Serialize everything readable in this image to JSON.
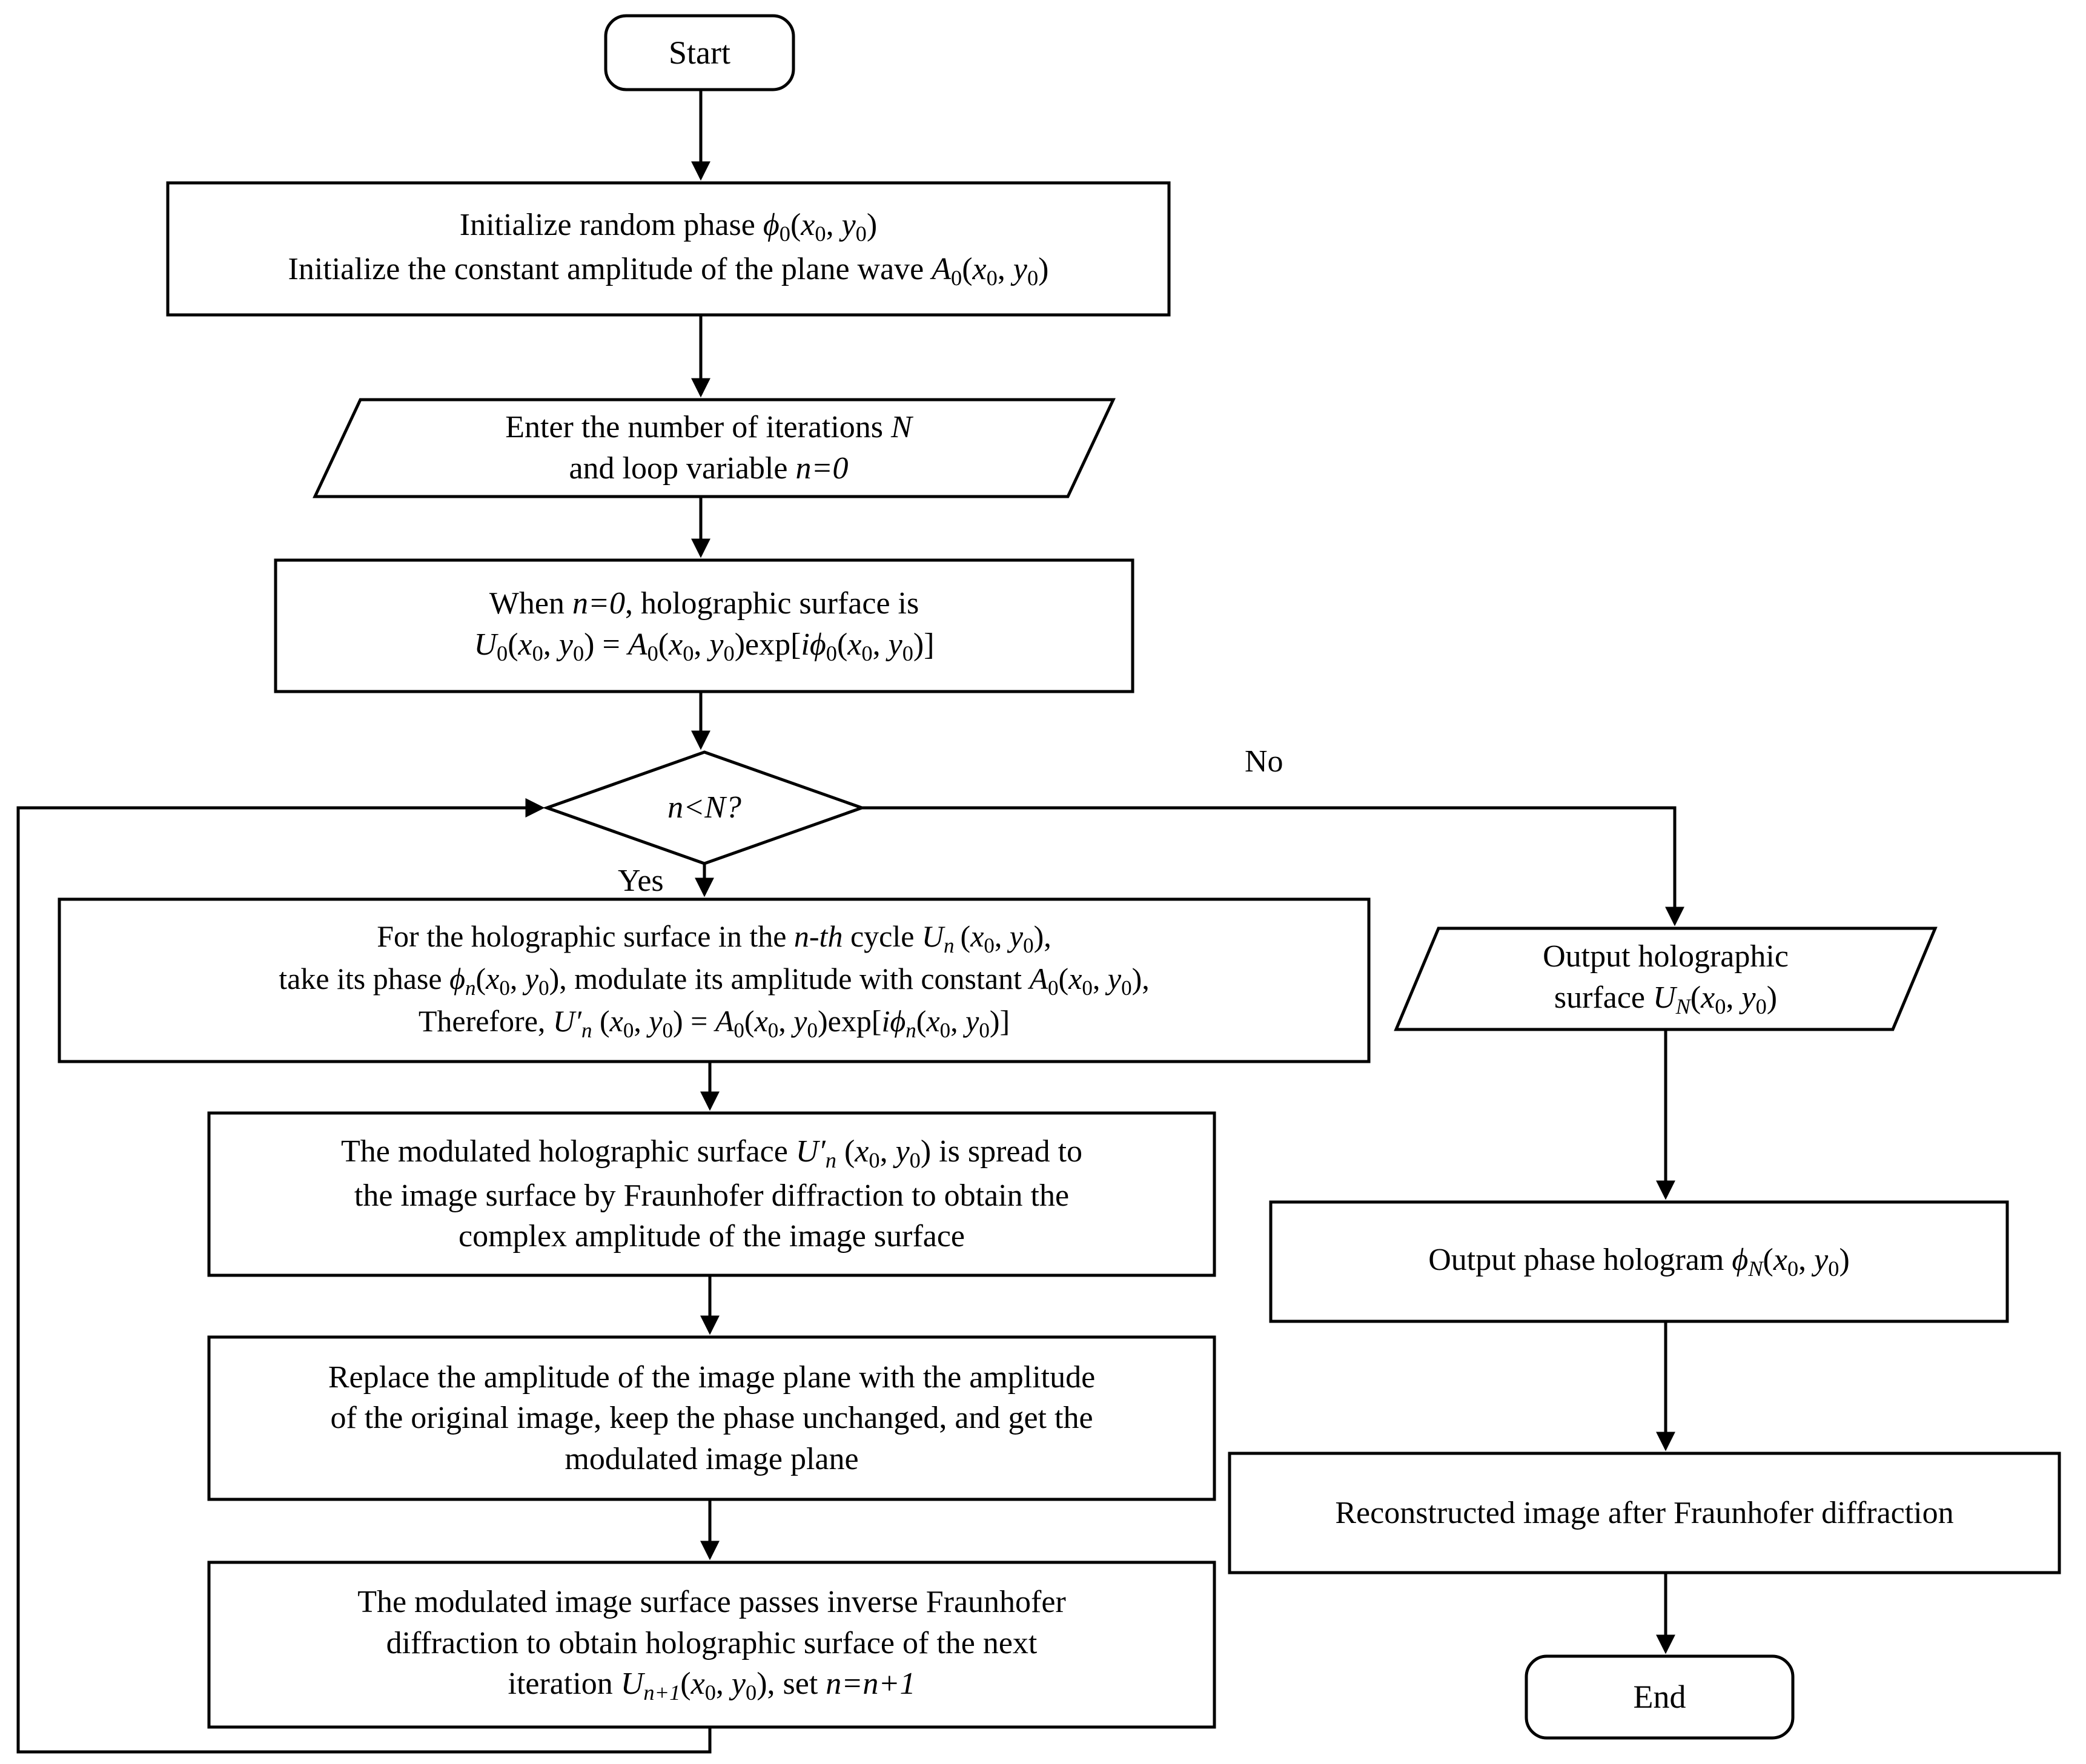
{
  "diagram": {
    "title": "Gerchberg-Saxton iterative phase hologram flowchart",
    "type": "flowchart",
    "stroke_color": "#000000",
    "fill_color": "#ffffff",
    "background": "#ffffff"
  },
  "nodes": {
    "start": {
      "shape": "terminator",
      "label": "Start"
    },
    "init": {
      "shape": "process",
      "line1": "Initialize random phase ϕ0(x0, y0)",
      "line2": "Initialize the constant amplitude of the plane wave A0(x0, y0)"
    },
    "input_iterations": {
      "shape": "parallelogram",
      "line1": "Enter the number of iterations N",
      "line2": "and loop variable n=0"
    },
    "when_n0": {
      "shape": "process",
      "line1": "When n=0, holographic surface is",
      "line2": "U0(x0, y0) = A0(x0, y0)exp[iϕ0(x0, y0)]"
    },
    "decision": {
      "shape": "diamond",
      "label": "n<N?"
    },
    "modulate": {
      "shape": "process",
      "line1": "For the holographic surface in the n-th cycle Un(x0, y0),",
      "line2": "take its phase ϕn(x0, y0), modulate its amplitude with constant  A0(x0, y0),",
      "line3": "Therefore, U′n (x0, y0) = A0(x0, y0)exp[iϕn(x0, y0)]"
    },
    "spread": {
      "shape": "process",
      "line1": "The modulated holographic surface U′n (x0, y0) is spread to",
      "line2": "the image surface by Fraunhofer diffraction to obtain the",
      "line3": "complex amplitude of the image surface"
    },
    "replace": {
      "shape": "process",
      "line1": "Replace the amplitude of the image plane with the amplitude",
      "line2": "of the original image, keep the phase unchanged, and get the",
      "line3": "modulated image plane"
    },
    "inverse": {
      "shape": "process",
      "line1": "The modulated image surface passes inverse Fraunhofer",
      "line2": "diffraction to obtain holographic surface of the next",
      "line3": "iteration Un+1(x0, y0), set n=n+1"
    },
    "output_surface": {
      "shape": "parallelogram",
      "line1": "Output holographic",
      "line2": "surface UN(x0, y0)"
    },
    "output_phase": {
      "shape": "process",
      "label": "Output phase hologram ϕN(x0, y0)"
    },
    "reconstructed": {
      "shape": "process",
      "label": "Reconstructed image after Fraunhofer diffraction"
    },
    "end": {
      "shape": "terminator",
      "label": "End"
    }
  },
  "edge_labels": {
    "yes": "Yes",
    "no": "No"
  }
}
